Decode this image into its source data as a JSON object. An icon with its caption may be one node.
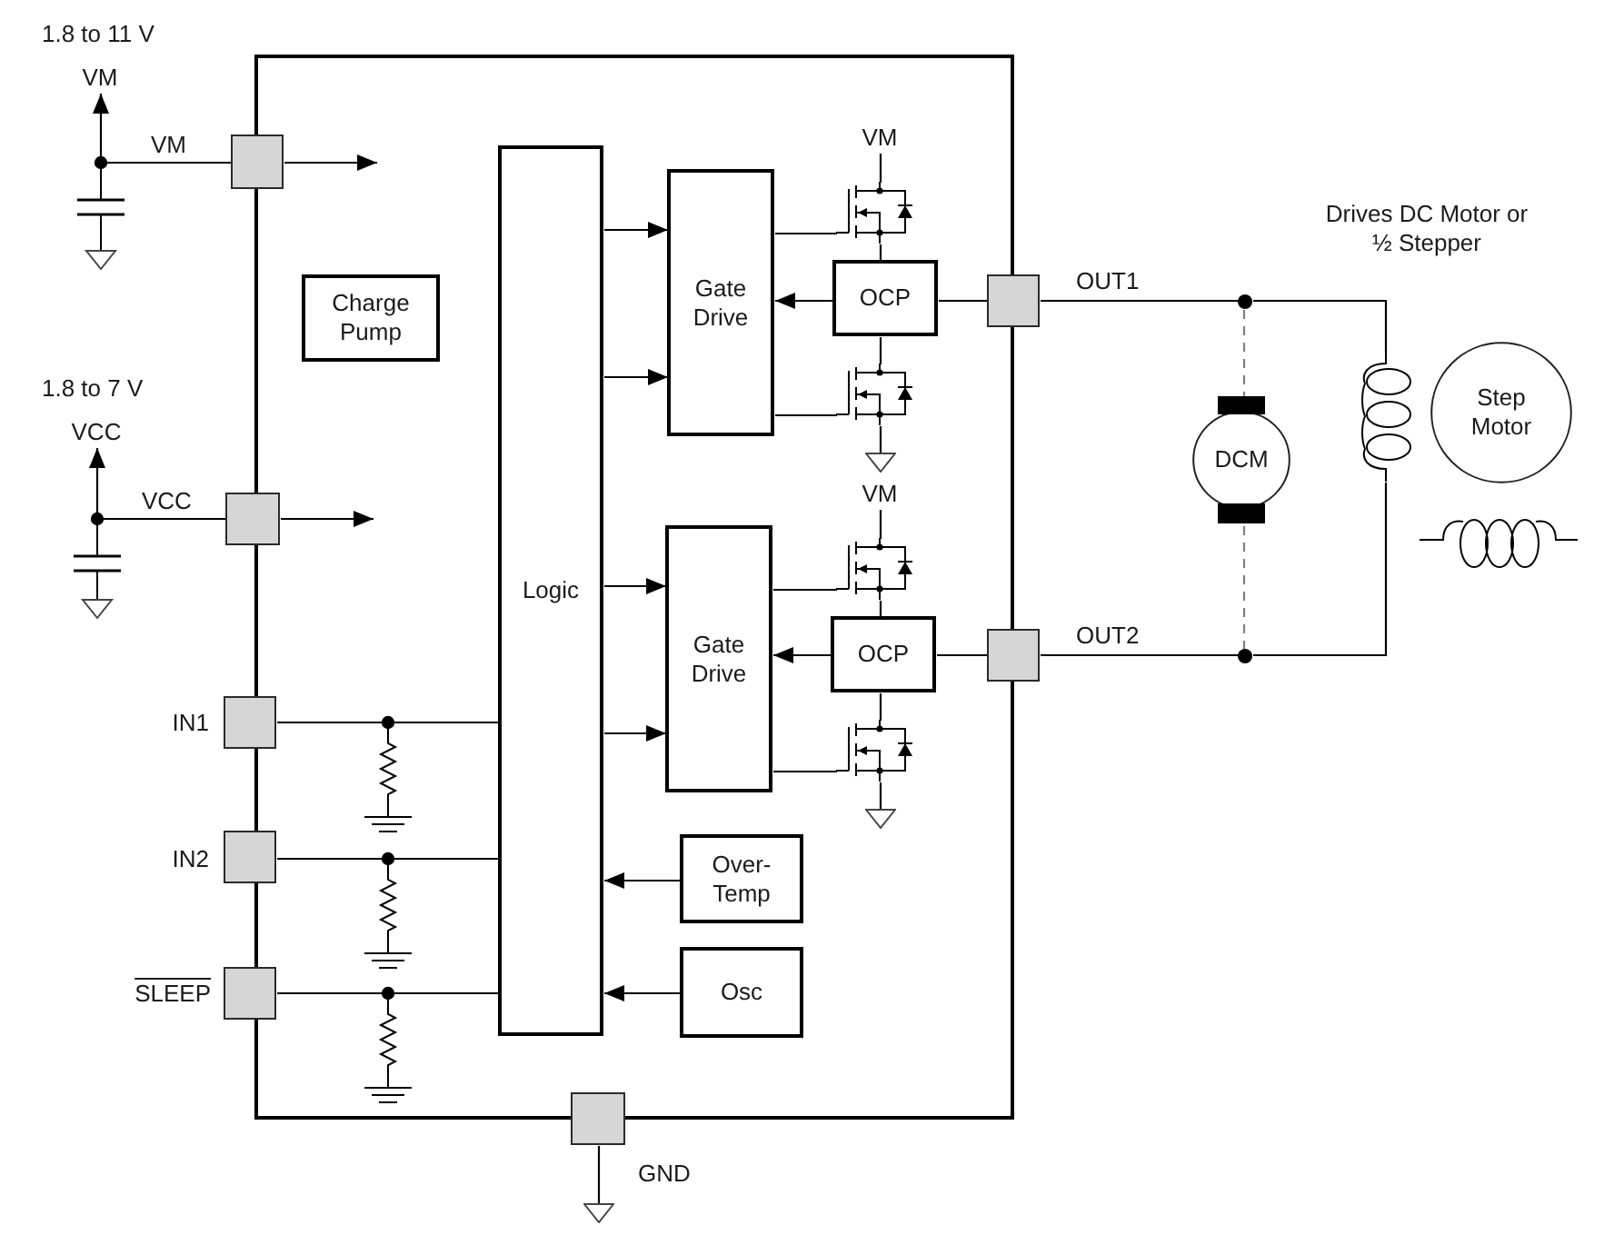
{
  "diagram": {
    "nodes": [
      {
        "text": [
          "VM"
        ],
        "beside": [
          "1.8 to 11 V"
        ]
      },
      {
        "text": [],
        "shape": "box"
      },
      {
        "text": [],
        "shape": "box",
        "beside": [
          "VM"
        ]
      },
      {
        "text": [
          "Charge Pump"
        ],
        "in": 1
      },
      {
        "text": [
          "VCC"
        ],
        "beside": [
          "1.8 to 7 V"
        ]
      },
      {
        "text": [],
        "shape": "box",
        "beside": [
          "VCC"
        ]
      },
      {
        "text": [
          "Logic"
        ],
        "in": 1
      },
      {
        "text": [
          "Gate Drive"
        ],
        "in": 1
      },
      {
        "text": [
          "VM"
        ],
        "in": 1
      },
      {
        "text": [],
        "shape": "transistor",
        "in": 1
      },
      {
        "text": [
          "OCP"
        ],
        "in": 1
      },
      {
        "text": [],
        "shape": "transistor",
        "in": 1
      },
      {
        "text": [
          "Gate Drive"
        ],
        "in": 1
      },
      {
        "text": [
          "VM"
        ],
        "in": 1
      },
      {
        "text": [],
        "shape": "transistor",
        "in": 1
      },
      {
        "text": [
          "OCP"
        ],
        "in": 1
      },
      {
        "text": [],
        "shape": "transistor",
        "in": 1
      },
      {
        "text": [],
        "shape": "box",
        "beside": [
          "IN1"
        ]
      },
      {
        "text": [],
        "shape": "box",
        "beside": [
          "IN2"
        ]
      },
      {
        "text": [],
        "shape": "box",
        "beside": [
          "SLEEP"
        ]
      },
      {
        "text": [
          "Over-Temp"
        ],
        "in": 1
      },
      {
        "text": [
          "Osc"
        ],
        "in": 1
      },
      {
        "text": [],
        "shape": "box",
        "beside": [
          "GND"
        ]
      },
      {
        "text": [],
        "shape": "box",
        "beside": [
          "OUT1"
        ]
      },
      {
        "text": [],
        "shape": "box",
        "beside": [
          "OUT2"
        ]
      },
      {
        "text": [
          "DCM"
        ]
      },
      {
        "text": [],
        "shape": "coil"
      },
      {
        "text": [
          "Step Motor"
        ]
      },
      {
        "text": [],
        "shape": "ground",
        "in": 1
      },
      {
        "text": [],
        "shape": "ground",
        "in": 1
      },
      {
        "text": [],
        "shape": "ground"
      },
      {
        "text": [],
        "shape": "dot"
      },
      {
        "text": [],
        "shape": "dot"
      }
    ],
    "edges": [
      {
        "from": 2,
        "to": 0,
        "arrow": "to"
      },
      {
        "from": 2,
        "to": null,
        "arrow": "to"
      },
      {
        "from": 5,
        "to": 4,
        "arrow": "to"
      },
      {
        "from": 5,
        "to": null,
        "arrow": "to"
      },
      {
        "from": 6,
        "to": 7,
        "arrow": "to"
      },
      {
        "from": 6,
        "to": 7,
        "arrow": "to"
      },
      {
        "from": 10,
        "to": 7,
        "arrow": "to"
      },
      {
        "from": 7,
        "to": 9,
        "arrow": "none"
      },
      {
        "from": 7,
        "to": 11,
        "arrow": "none"
      },
      {
        "from": 8,
        "to": 9,
        "arrow": "none"
      },
      {
        "from": 9,
        "to": 10,
        "arrow": "none"
      },
      {
        "from": 10,
        "to": 11,
        "arrow": "none"
      },
      {
        "from": 10,
        "to": 23,
        "arrow": "none"
      },
      {
        "from": 6,
        "to": 12,
        "arrow": "to"
      },
      {
        "from": 6,
        "to": 12,
        "arrow": "to"
      },
      {
        "from": 15,
        "to": 12,
        "arrow": "to"
      },
      {
        "from": 12,
        "to": 14,
        "arrow": "none"
      },
      {
        "from": 12,
        "to": 16,
        "arrow": "none"
      },
      {
        "from": 13,
        "to": 14,
        "arrow": "none"
      },
      {
        "from": 14,
        "to": 15,
        "arrow": "none"
      },
      {
        "from": 15,
        "to": 16,
        "arrow": "none"
      },
      {
        "from": 15,
        "to": 24,
        "arrow": "none"
      },
      {
        "from": 17,
        "to": 6,
        "arrow": "none"
      },
      {
        "from": 18,
        "to": 6,
        "arrow": "none"
      },
      {
        "from": 19,
        "to": 6,
        "arrow": "none"
      },
      {
        "from": 20,
        "to": 6,
        "arrow": "to"
      },
      {
        "from": 21,
        "to": 6,
        "arrow": "to"
      },
      {
        "from": 23,
        "to": 31,
        "arrow": "none"
      },
      {
        "from": 31,
        "to": 25,
        "arrow": "none",
        "style": "dashed",
        "color": "#808080"
      },
      {
        "from": 31,
        "to": 26,
        "arrow": "none"
      },
      {
        "from": 24,
        "to": 32,
        "arrow": "none"
      },
      {
        "from": 32,
        "to": 25,
        "arrow": "none",
        "style": "dashed",
        "color": "#808080"
      },
      {
        "from": 32,
        "to": 26,
        "arrow": "none"
      },
      {
        "from": 11,
        "to": 28,
        "arrow": "none"
      },
      {
        "from": 16,
        "to": 29,
        "arrow": "none"
      },
      {
        "from": 22,
        "to": 30,
        "arrow": "none"
      }
    ],
    "labels": [
      "Drives DC Motor or ½ Stepper"
    ]
  }
}
